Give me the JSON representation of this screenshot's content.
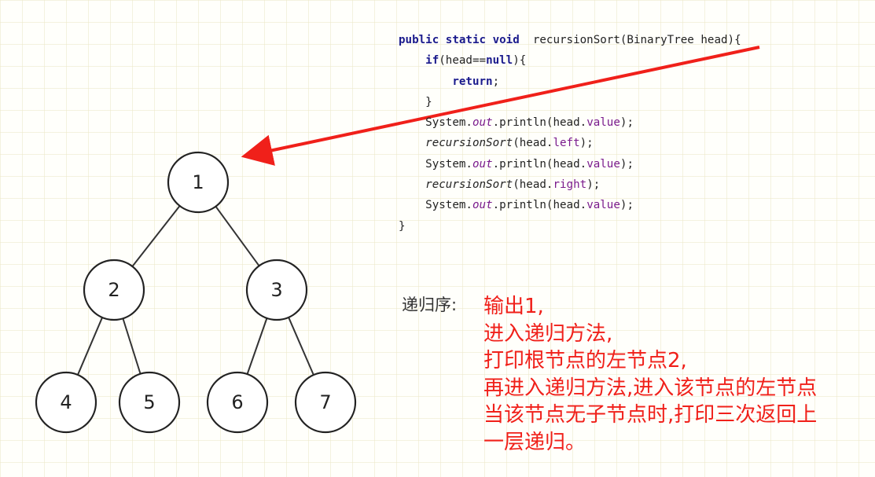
{
  "tree": {
    "nodes": [
      {
        "id": "n1",
        "label": "1"
      },
      {
        "id": "n2",
        "label": "2"
      },
      {
        "id": "n3",
        "label": "3"
      },
      {
        "id": "n4",
        "label": "4"
      },
      {
        "id": "n5",
        "label": "5"
      },
      {
        "id": "n6",
        "label": "6"
      },
      {
        "id": "n7",
        "label": "7"
      }
    ],
    "edges": [
      [
        "n1",
        "n2"
      ],
      [
        "n1",
        "n3"
      ],
      [
        "n2",
        "n4"
      ],
      [
        "n2",
        "n5"
      ],
      [
        "n3",
        "n6"
      ],
      [
        "n3",
        "n7"
      ]
    ]
  },
  "code": {
    "lines": [
      [
        {
          "t": "public static void",
          "c": "kw"
        },
        {
          "t": "  recursionSort(BinaryTree head){"
        }
      ],
      [
        {
          "t": "    "
        },
        {
          "t": "if",
          "c": "kw"
        },
        {
          "t": "(head=="
        },
        {
          "t": "null",
          "c": "kw"
        },
        {
          "t": "){"
        }
      ],
      [
        {
          "t": "        "
        },
        {
          "t": "return",
          "c": "kw"
        },
        {
          "t": ";"
        }
      ],
      [
        {
          "t": "    }"
        }
      ],
      [
        {
          "t": "    System."
        },
        {
          "t": "out",
          "c": "sfld"
        },
        {
          "t": ".println(head."
        },
        {
          "t": "value",
          "c": "fld"
        },
        {
          "t": ");"
        }
      ],
      [
        {
          "t": "    "
        },
        {
          "t": "recursionSort",
          "c": "it"
        },
        {
          "t": "(head."
        },
        {
          "t": "left",
          "c": "fld"
        },
        {
          "t": ");"
        }
      ],
      [
        {
          "t": "    System."
        },
        {
          "t": "out",
          "c": "sfld"
        },
        {
          "t": ".println(head."
        },
        {
          "t": "value",
          "c": "fld"
        },
        {
          "t": ");"
        }
      ],
      [
        {
          "t": "    "
        },
        {
          "t": "recursionSort",
          "c": "it"
        },
        {
          "t": "(head."
        },
        {
          "t": "right",
          "c": "fld"
        },
        {
          "t": ");"
        }
      ],
      [
        {
          "t": "    System."
        },
        {
          "t": "out",
          "c": "sfld"
        },
        {
          "t": ".println(head."
        },
        {
          "t": "value",
          "c": "fld"
        },
        {
          "t": ");"
        }
      ],
      [
        {
          "t": "}"
        }
      ]
    ]
  },
  "note": {
    "label": "递归序:",
    "lines": [
      "输出1,",
      "进入递归方法,",
      "打印根节点的左节点2,",
      "再进入递归方法,进入该节点的左节点",
      "当该节点无子节点时,打印三次返回上",
      "一层递归。"
    ]
  },
  "colors": {
    "arrow": "#f0201a",
    "annotation": "#f0201a"
  }
}
